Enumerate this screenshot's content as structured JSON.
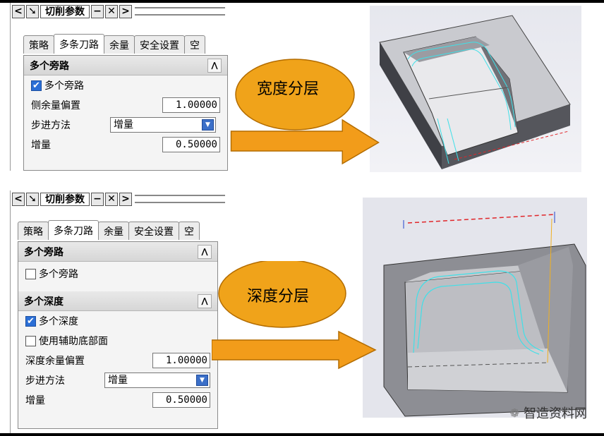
{
  "panel_top": {
    "title": "切削参数",
    "tabs": [
      "策略",
      "多条刀路",
      "余量",
      "安全设置",
      "空"
    ],
    "active_tab": 1,
    "section1_title": "多个旁路",
    "checkbox_label": "多个旁路",
    "checkbox_checked": true,
    "fields": [
      {
        "label": "侧余量偏置",
        "value": "1.00000"
      },
      {
        "label": "步进方法",
        "value": "增量"
      },
      {
        "label": "增量",
        "value": "0.50000"
      }
    ]
  },
  "panel_bottom": {
    "title": "切削参数",
    "tabs": [
      "策略",
      "多条刀路",
      "余量",
      "安全设置",
      "空"
    ],
    "active_tab": 1,
    "section1_title": "多个旁路",
    "section1_checkbox": "多个旁路",
    "section1_checked": false,
    "section2_title": "多个深度",
    "section2_checkbox": "多个深度",
    "section2_checked": true,
    "aux_checkbox": "使用辅助底部面",
    "aux_checked": false,
    "fields": [
      {
        "label": "深度余量偏置",
        "value": "1.00000"
      },
      {
        "label": "步进方法",
        "value": "增量"
      },
      {
        "label": "增量",
        "value": "0.50000"
      }
    ]
  },
  "bubbles": {
    "top": "宽度分层",
    "bottom": "深度分层"
  },
  "watermark": "智造资料网",
  "colors": {
    "bubble_fill": "#f0a31a",
    "arrow_fill": "#f29c1a",
    "checkbox_blue": "#2b6fd6",
    "toolpath_cyan": "#3fe0e8",
    "boundary_red": "#e0262a"
  }
}
